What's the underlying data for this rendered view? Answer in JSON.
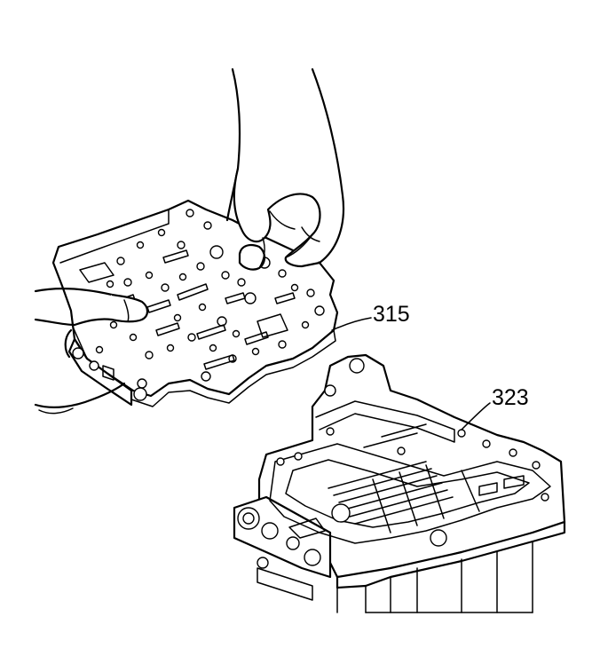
{
  "diagram": {
    "callouts": [
      {
        "id": "spacer-plate",
        "label": "315"
      },
      {
        "id": "valve-body",
        "label": "323"
      }
    ]
  }
}
